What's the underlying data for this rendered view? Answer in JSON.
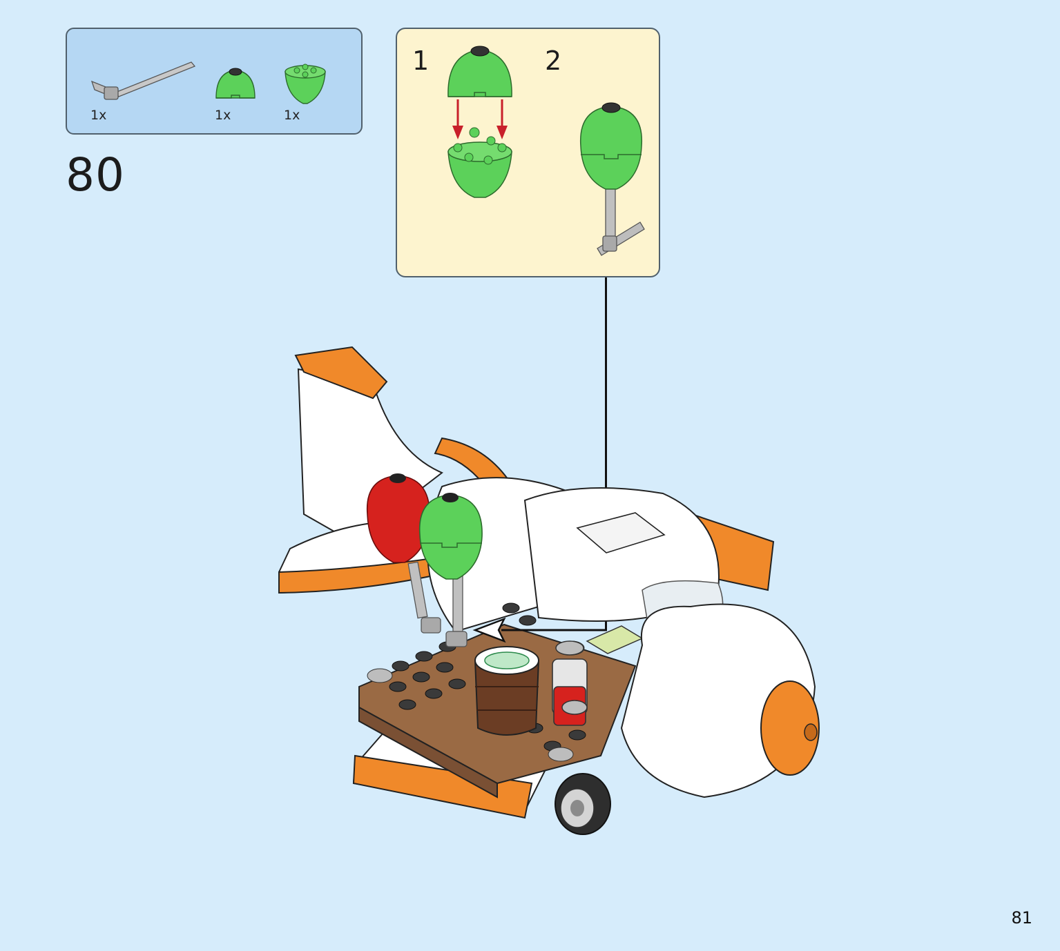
{
  "parts_list": {
    "items": [
      {
        "icon": "bar-with-clip-icon",
        "quantity": "1x"
      },
      {
        "icon": "green-dome-brick-icon",
        "quantity": "1x"
      },
      {
        "icon": "green-cone-plate-icon",
        "quantity": "1x"
      }
    ]
  },
  "step": {
    "number": "80"
  },
  "substeps": [
    {
      "label": "1"
    },
    {
      "label": "2"
    }
  ],
  "colors": {
    "background": "#d6ecfb",
    "parts_box": "#b5d7f3",
    "substep_box": "#fdf4cf",
    "green": "#5cd15a",
    "red": "#d6221e",
    "orange": "#f0892a",
    "brown": "#9a6a44",
    "gray": "#b8b8b8"
  },
  "page": {
    "number": "81"
  }
}
